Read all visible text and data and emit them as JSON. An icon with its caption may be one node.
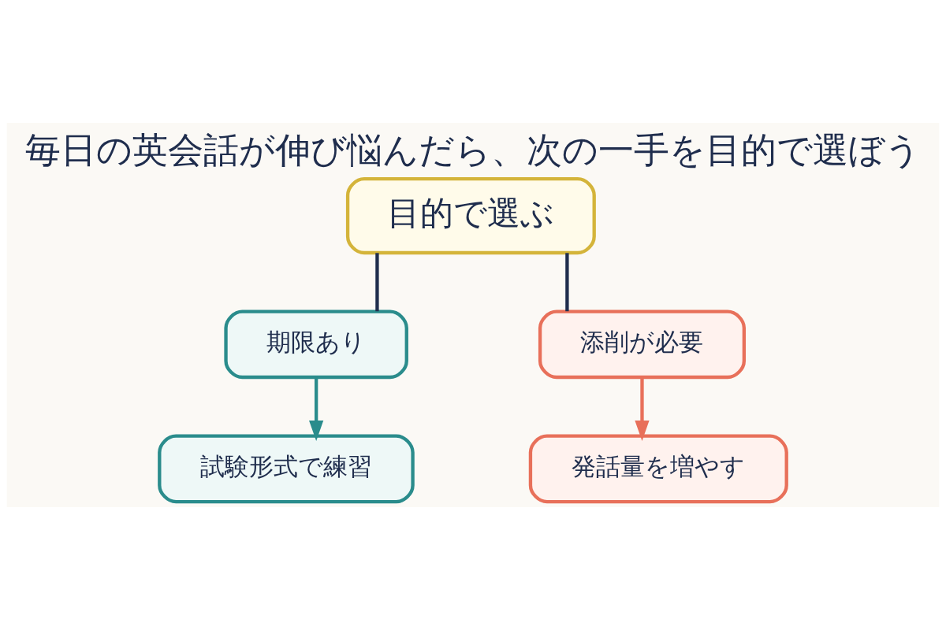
{
  "diagram": {
    "title": "毎日の英会話が伸び悩んだら、次の一手を目的で選ぼう",
    "nodes": [
      {
        "text": [
          "目的で選ぶ"
        ]
      },
      {
        "text": [
          "期限あり"
        ]
      },
      {
        "text": [
          "添削が必要"
        ]
      },
      {
        "text": [
          "試験形式で練習"
        ]
      },
      {
        "text": [
          "発話量を増やす"
        ]
      }
    ],
    "edges": [
      {
        "from": 0,
        "to": 1,
        "arrow": "none",
        "color": "#1f2d4d"
      },
      {
        "from": 0,
        "to": 2,
        "arrow": "none",
        "color": "#1f2d4d"
      },
      {
        "from": 1,
        "to": 3,
        "arrow": "to",
        "color": "#2a8c8c"
      },
      {
        "from": 2,
        "to": 4,
        "arrow": "to",
        "color": "#e8705a"
      }
    ]
  }
}
